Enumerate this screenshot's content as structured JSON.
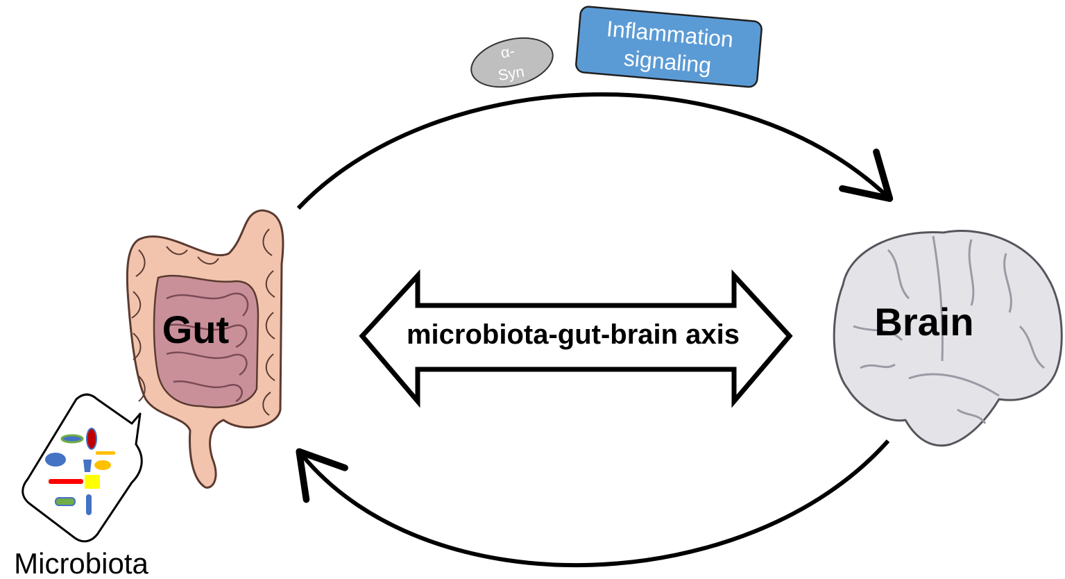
{
  "labels": {
    "gut": "Gut",
    "brain": "Brain",
    "microbiota": "Microbiota",
    "axis": "microbiota-gut-brain axis",
    "alpha_syn_line1": "α-",
    "alpha_syn_line2": "Syn",
    "inflammation_line1": "Inflammation",
    "inflammation_line2": "signaling"
  },
  "colors": {
    "inflammation_box": "#5b9bd5",
    "alpha_syn_ellipse": "#bfbfbf",
    "gut_fill": "#f2c4ad",
    "gut_inner": "#c9909a",
    "brain_fill": "#e3e3e8",
    "microbe_blue": "#4472c4",
    "microbe_red": "#ff0000",
    "microbe_darkred": "#c00000",
    "microbe_green": "#70ad47",
    "microbe_yellow": "#ffc000",
    "microbe_brightyellow": "#ffff00"
  }
}
